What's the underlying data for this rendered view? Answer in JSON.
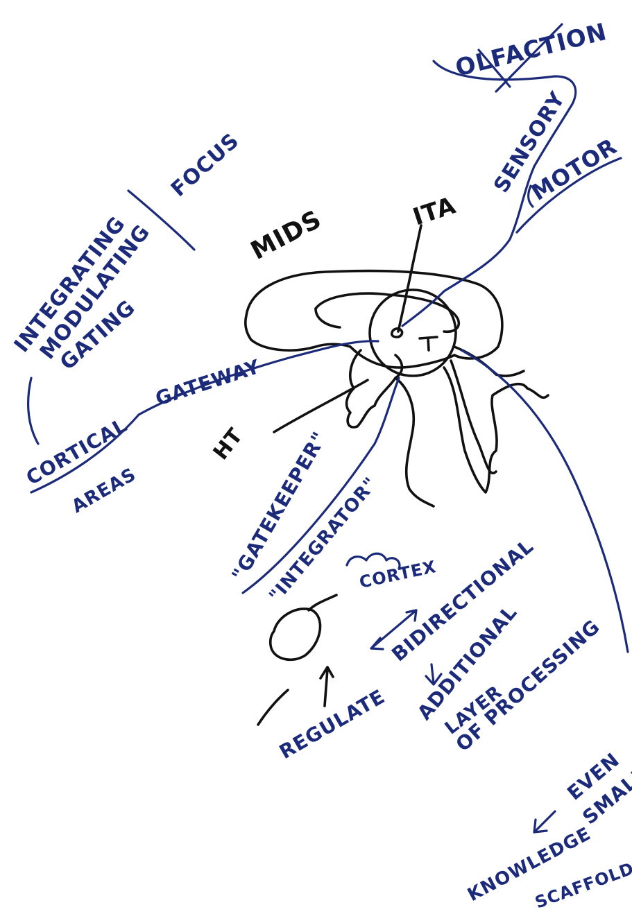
{
  "colors": {
    "blue_ink": "#1c2a7a",
    "black_ink": "#111111",
    "paper": "#ffffff"
  },
  "labels": {
    "olfaction": "OLFACTION",
    "sensory": "SENSORY",
    "motor": "MOTOR",
    "focus": "FOCUS",
    "integrating": "INTEGRATING",
    "modulating": "MODULATING",
    "gating": "GATING",
    "mids": "MIDS",
    "ita": "ITA",
    "t": "T",
    "o": "O",
    "ht": "HT",
    "cortical": "CORTICAL",
    "areas": "AREAS",
    "gateway": "GATEWAY",
    "gatekeeper": "\"GATEKEEPER\"",
    "integrator": "\"INTEGRATOR\"",
    "cortex": "CORTEX",
    "bidirectional": "BIDIRECTIONAL",
    "additional": "ADDITIONAL",
    "layer": "LAYER",
    "processing": "OF PROCESSING",
    "regulate": "REGULATE",
    "even": "EVEN",
    "smaller": "SMALLER",
    "knowledge": "KNOWLEDGE",
    "scaffold": "SCAFFOLD"
  }
}
